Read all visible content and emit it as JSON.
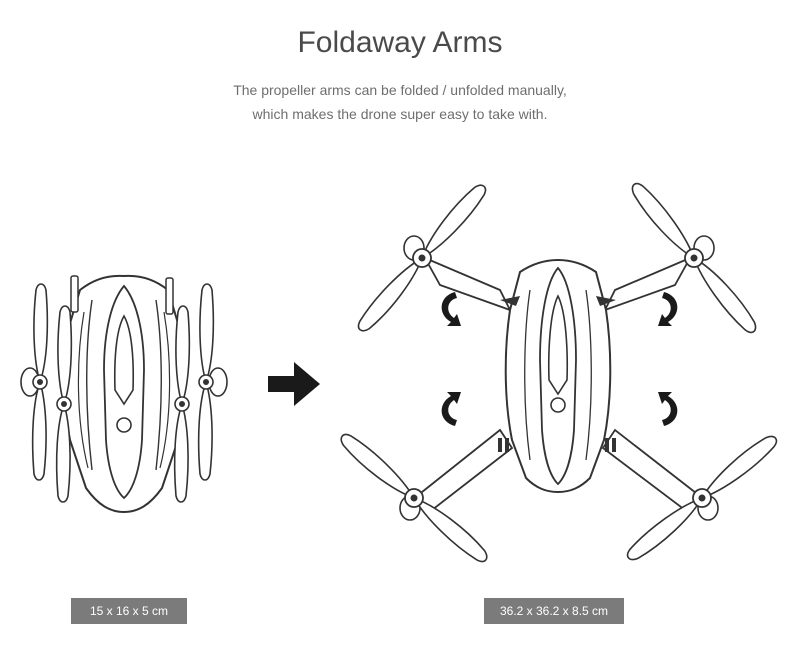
{
  "header": {
    "title": "Foldaway Arms",
    "subtitle_line1": "The propeller arms can be folded / unfolded manually,",
    "subtitle_line2": "which makes the drone super easy to take with."
  },
  "illustrations": {
    "folded": {
      "dimensions": "15 x 16 x 5 cm"
    },
    "unfolded": {
      "dimensions": "36.2 x 36.2 x 8.5 cm"
    }
  },
  "colors": {
    "line": "#333333",
    "label_bg": "#7b7b7b",
    "arrow": "#1a1a1a"
  }
}
